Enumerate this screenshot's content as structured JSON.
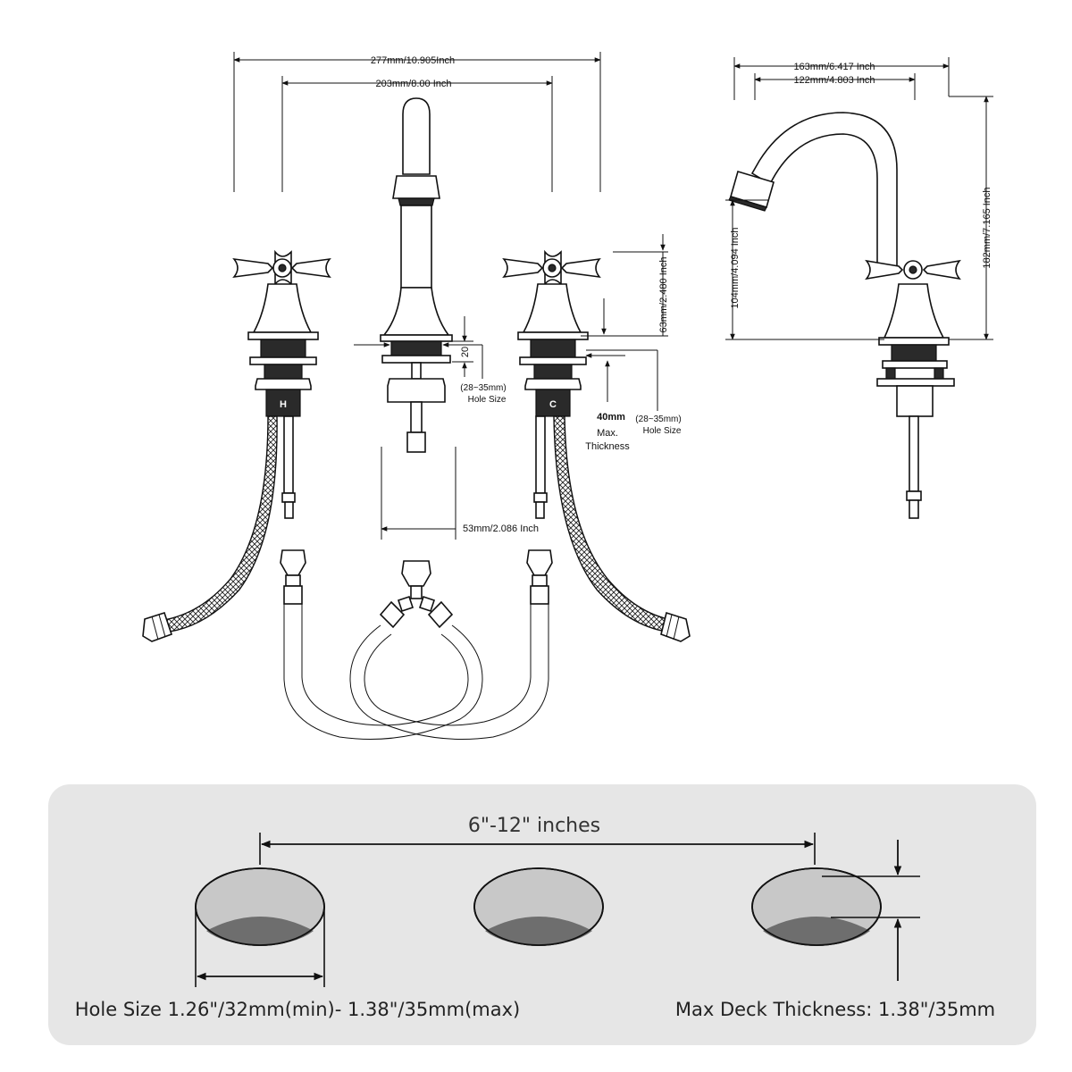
{
  "front_view": {
    "overall_width": "277mm/10.905Inch",
    "center_spread": "203mm/8.00 Inch",
    "valve_left_label": "H",
    "valve_right_label": "C",
    "riser": "20",
    "hole_size_center": "(28~35mm)",
    "hole_size_center_label": "Hole Size",
    "hole_size_right": "(28~35mm)",
    "hole_size_right_label": "Hole Size",
    "max_thickness_value": "40mm",
    "max_thickness_label_1": "Max.",
    "max_thickness_label_2": "Thickness",
    "handle_height": "63mm/2.480 Inch",
    "shank_offset": "53mm/2.086 Inch"
  },
  "side_view": {
    "reach_total": "163mm/6.417 Inch",
    "reach_spout": "122mm/4.803 Inch",
    "spout_height": "104mm/4.094 Inch",
    "total_height": "182mm/7.165 Inch"
  },
  "install_panel": {
    "spread": "6\"-12\" inches",
    "hole_size": "Hole Size 1.26\"/32mm(min)- 1.38\"/35mm(max)",
    "deck_thickness": "Max Deck Thickness: 1.38\"/35mm",
    "panel_color": "#e6e6e6"
  }
}
